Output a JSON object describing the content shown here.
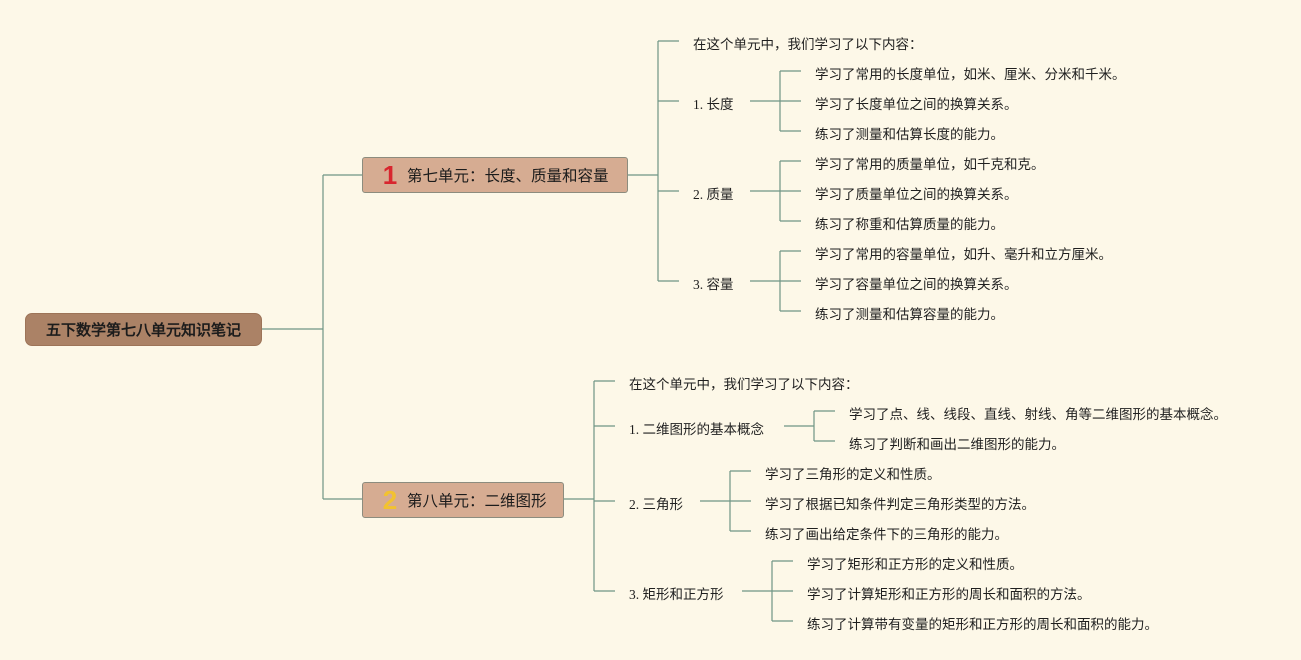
{
  "root": {
    "label": "五下数学第七八单元知识笔记"
  },
  "units": [
    {
      "number": "1",
      "number_color": "#d8262e",
      "label": "第七单元：长度、质量和容量",
      "intro": "在这个单元中，我们学习了以下内容：",
      "topics": [
        {
          "label": "1. 长度",
          "items": [
            "学习了常用的长度单位，如米、厘米、分米和千米。",
            "学习了长度单位之间的换算关系。",
            "练习了测量和估算长度的能力。"
          ]
        },
        {
          "label": "2. 质量",
          "items": [
            "学习了常用的质量单位，如千克和克。",
            "学习了质量单位之间的换算关系。",
            "练习了称重和估算质量的能力。"
          ]
        },
        {
          "label": "3. 容量",
          "items": [
            "学习了常用的容量单位，如升、毫升和立方厘米。",
            "学习了容量单位之间的换算关系。",
            "练习了测量和估算容量的能力。"
          ]
        }
      ]
    },
    {
      "number": "2",
      "number_color": "#f2c230",
      "label": "第八单元：二维图形",
      "intro": "在这个单元中，我们学习了以下内容：",
      "topics": [
        {
          "label": "1. 二维图形的基本概念",
          "items": [
            "学习了点、线、线段、直线、射线、角等二维图形的基本概念。",
            "练习了判断和画出二维图形的能力。"
          ]
        },
        {
          "label": "2. 三角形",
          "items": [
            "学习了三角形的定义和性质。",
            "学习了根据已知条件判定三角形类型的方法。",
            "练习了画出给定条件下的三角形的能力。"
          ]
        },
        {
          "label": "3. 矩形和正方形",
          "items": [
            "学习了矩形和正方形的定义和性质。",
            "学习了计算矩形和正方形的周长和面积的方法。",
            "练习了计算带有变量的矩形和正方形的周长和面积的能力。"
          ]
        }
      ]
    }
  ],
  "colors": {
    "background": "#fdf8e8",
    "root_fill": "#ab8266",
    "unit_fill": "#d6ac92",
    "connector": "#6f9585"
  }
}
